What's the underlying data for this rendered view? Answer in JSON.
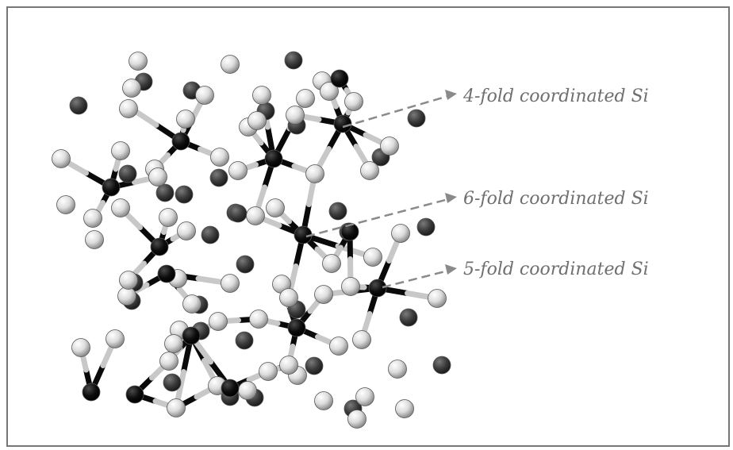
{
  "figure": {
    "colors": {
      "frame": "#777777",
      "bond_dark": "#0a0a0a",
      "bond_light": "#c8c8c8",
      "si_atom": "#0d0d0d",
      "oxygen_atom": "#dddddd",
      "dark_atom": "#3a3a3a",
      "arrow": "#8a8a8a",
      "label_text": "#6f6f6f"
    },
    "annotations": [
      {
        "id": "fourfold",
        "text": "4-fold coordinated Si"
      },
      {
        "id": "sixfold",
        "text": "6-fold coordinated Si"
      },
      {
        "id": "fivefold",
        "text": "5-fold coordinated Si"
      }
    ]
  }
}
